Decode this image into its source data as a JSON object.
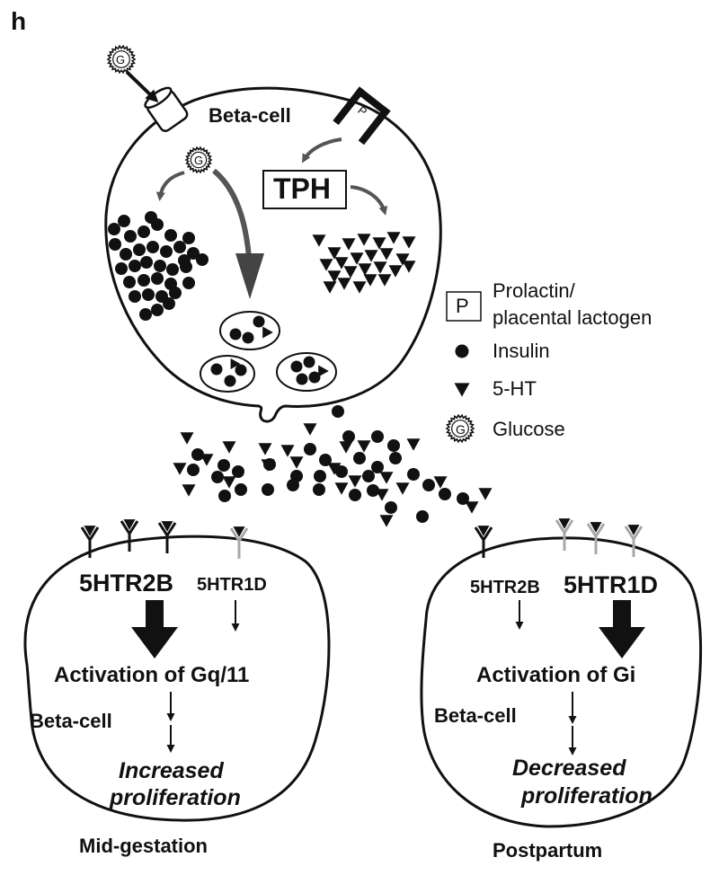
{
  "panel_letter": "h",
  "top_cell": {
    "title": "Beta-cell",
    "tph_label": "TPH",
    "prolactin_symbol": "P",
    "glucose_symbol": "G"
  },
  "legend": [
    {
      "symbol": "P",
      "text_line1": "Prolactin/",
      "text_line2": "placental lactogen"
    },
    {
      "symbol": "circle",
      "text": "Insulin"
    },
    {
      "symbol": "triangle",
      "text": "5-HT"
    },
    {
      "symbol": "G",
      "text": "Glucose"
    }
  ],
  "left_cell": {
    "receptor_major": "5HTR2B",
    "receptor_minor": "5HTR1D",
    "activation": "Activation of Gq/11",
    "cell_label": "Beta-cell",
    "outcome_line1": "Increased",
    "outcome_line2": "proliferation",
    "caption": "Mid-gestation"
  },
  "right_cell": {
    "receptor_minor": "5HTR2B",
    "receptor_major": "5HTR1D",
    "activation": "Activation of Gi",
    "cell_label": "Beta-cell",
    "outcome_line1": "Decreased",
    "outcome_line2": "proliferation",
    "caption": "Postpartum"
  },
  "colors": {
    "ink": "#111111",
    "arrow_gray": "#555555",
    "receptor_gray": "#a8a8a8"
  }
}
